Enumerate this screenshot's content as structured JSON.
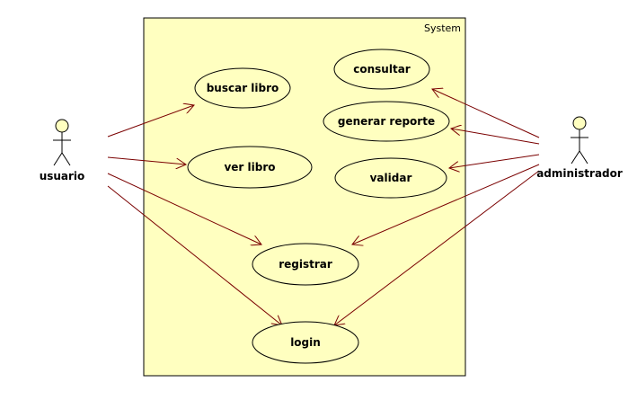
{
  "diagram": {
    "system_label": "System",
    "colors": {
      "fill": "#FFFFC0",
      "stroke": "#8B0000",
      "line": "#7A0000",
      "actor_fill": "#FFFFC0"
    },
    "actors": [
      {
        "id": "usuario",
        "label": "usuario"
      },
      {
        "id": "administrador",
        "label": "administrador"
      }
    ],
    "use_cases": [
      {
        "id": "consultar",
        "label": "consultar"
      },
      {
        "id": "buscar_libro",
        "label": "buscar libro"
      },
      {
        "id": "generar_reporte",
        "label": "generar reporte"
      },
      {
        "id": "ver_libro",
        "label": "ver libro"
      },
      {
        "id": "validar",
        "label": "validar"
      },
      {
        "id": "registrar",
        "label": "registrar"
      },
      {
        "id": "login",
        "label": "login"
      }
    ],
    "associations": [
      {
        "from": "usuario",
        "to": "buscar_libro"
      },
      {
        "from": "usuario",
        "to": "ver_libro"
      },
      {
        "from": "usuario",
        "to": "registrar"
      },
      {
        "from": "usuario",
        "to": "login"
      },
      {
        "from": "administrador",
        "to": "consultar"
      },
      {
        "from": "administrador",
        "to": "generar_reporte"
      },
      {
        "from": "administrador",
        "to": "validar"
      },
      {
        "from": "administrador",
        "to": "registrar"
      },
      {
        "from": "administrador",
        "to": "login"
      }
    ]
  }
}
